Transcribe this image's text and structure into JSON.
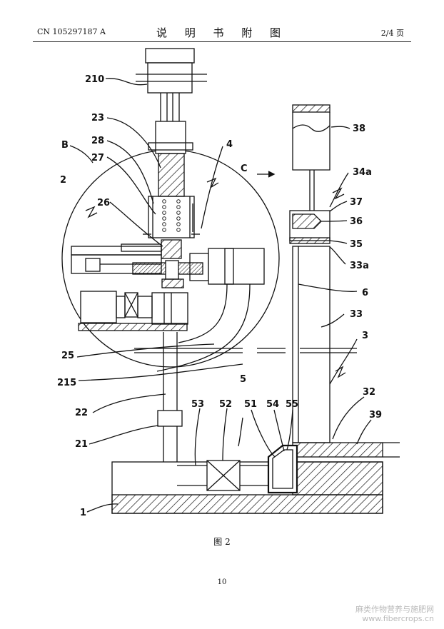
{
  "header": {
    "patent_number": "CN 105297187 A",
    "title": "说 明 书 附 图",
    "page": "2/4 页"
  },
  "figure": {
    "caption": "图 2",
    "view_marker": "C",
    "labels": {
      "l210": "210",
      "l23": "23",
      "l28": "28",
      "l27": "27",
      "lB": "B",
      "l2": "2",
      "l26": "26",
      "l4": "4",
      "l38": "38",
      "l34a": "34a",
      "l37": "37",
      "l36": "36",
      "l35": "35",
      "l33a": "33a",
      "l6": "6",
      "l33": "33",
      "l3": "3",
      "l25": "25",
      "l215": "215",
      "l22": "22",
      "l5": "5",
      "l32": "32",
      "l53": "53",
      "l52": "52",
      "l51": "51",
      "l54": "54",
      "l55": "55",
      "l39": "39",
      "l21": "21",
      "l1": "1"
    }
  },
  "page_number": "10",
  "watermark": {
    "line1": "麻类作物营养与施肥网",
    "line2": "www.fibercrops.cn"
  }
}
